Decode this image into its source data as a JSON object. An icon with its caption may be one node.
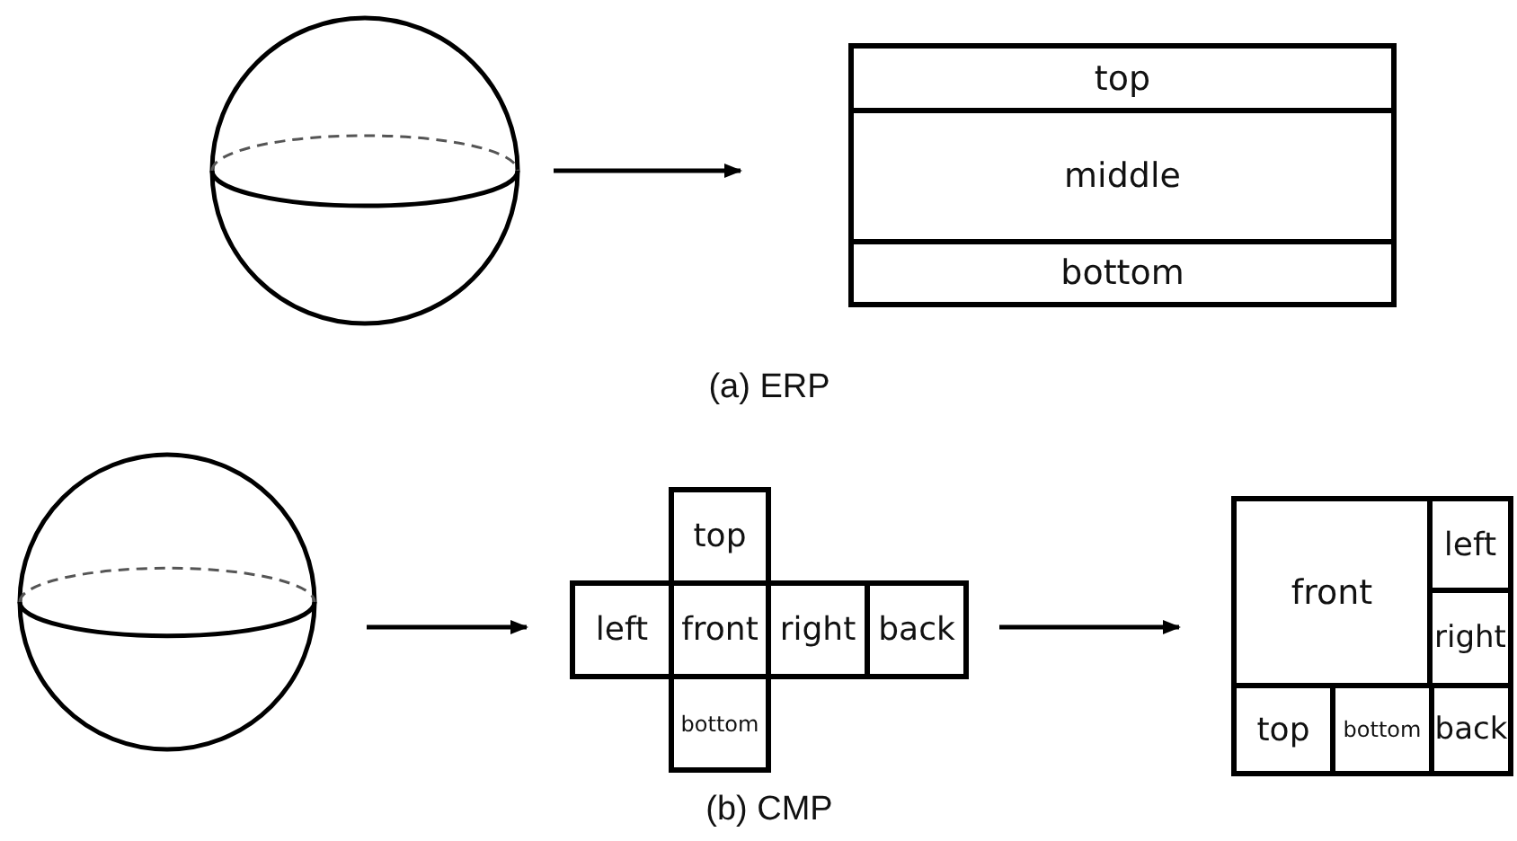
{
  "diagram": {
    "nodes": [
      {
        "text": [],
        "shape": "circle"
      },
      {
        "text": [
          "top"
        ]
      },
      {
        "text": [
          "middle"
        ]
      },
      {
        "text": [
          "bottom"
        ]
      },
      {
        "text": [],
        "shape": "circle"
      },
      {
        "text": [
          "top"
        ]
      },
      {
        "text": [
          "left"
        ]
      },
      {
        "text": [
          "front"
        ]
      },
      {
        "text": [
          "right"
        ]
      },
      {
        "text": [
          "back"
        ]
      },
      {
        "text": [
          "bottom"
        ]
      },
      {
        "text": [
          "front"
        ]
      },
      {
        "text": [
          "left"
        ]
      },
      {
        "text": [
          "right"
        ]
      },
      {
        "text": [
          "top"
        ]
      },
      {
        "text": [
          "bottom"
        ]
      },
      {
        "text": [
          "back"
        ]
      }
    ],
    "edges": [
      {
        "from": 0,
        "to": 2,
        "arrow": "to"
      },
      {
        "from": 4,
        "to": 6,
        "arrow": "to"
      },
      {
        "from": 9,
        "to": 11,
        "arrow": "to"
      }
    ],
    "labels": [
      "(a) ERP",
      "(b) CMP"
    ]
  }
}
